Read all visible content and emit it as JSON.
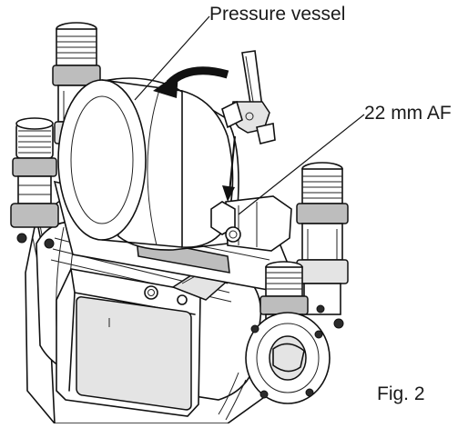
{
  "labels": {
    "pressure_vessel": "Pressure vessel",
    "spanner_size": "22 mm AF",
    "figure": "Fig. 2"
  },
  "colors": {
    "line": "#111111",
    "shade_light": "#e4e4e4",
    "shade_mid": "#bdbdbd",
    "shade_dark": "#2b2b2b",
    "background": "#ffffff"
  }
}
